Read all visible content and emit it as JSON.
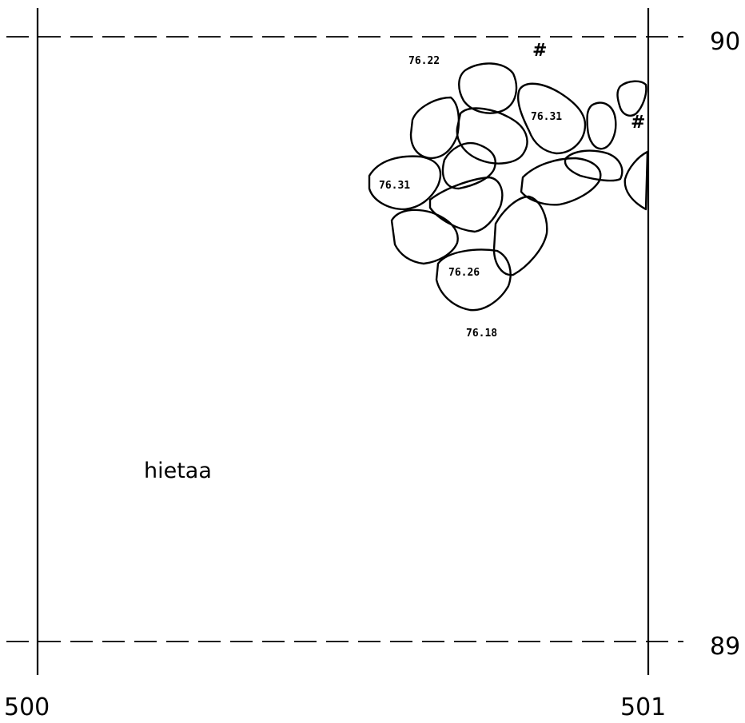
{
  "grid": {
    "top_label": "90",
    "bottom_label": "89",
    "left_label": "500",
    "right_label": "501"
  },
  "soil_label": "hietaa",
  "elevations": [
    "76.22",
    "76.31",
    "76.31",
    "76.26",
    "76.18"
  ],
  "find_marker": "#",
  "colors": {
    "ink": "#000000",
    "paper": "#ffffff"
  }
}
